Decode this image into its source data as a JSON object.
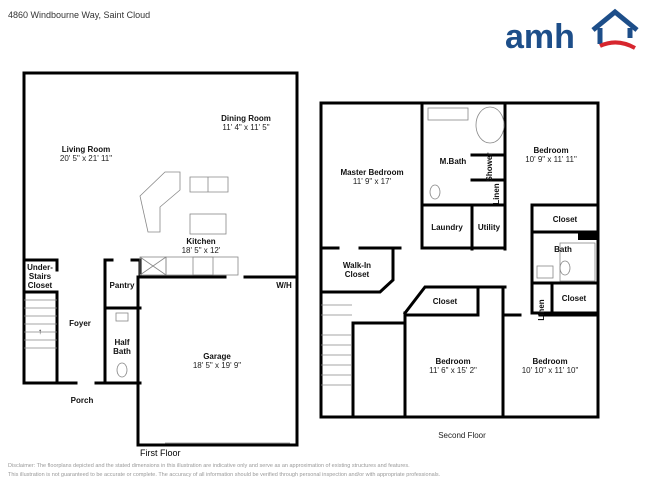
{
  "header": {
    "address": "4860 Windbourne Way, Saint Cloud",
    "logo_text": "amh"
  },
  "colors": {
    "logo_blue": "#1d4e89",
    "logo_red": "#d7262e"
  },
  "first_floor": {
    "label": "First Floor",
    "rooms": {
      "living": {
        "name": "Living Room",
        "dims": "20' 5\" x 21' 11\""
      },
      "dining": {
        "name": "Dining Room",
        "dims": "11' 4\" x 11' 5\""
      },
      "kitchen": {
        "name": "Kitchen",
        "dims": "18' 5\" x 12'"
      },
      "garage": {
        "name": "Garage",
        "dims": "18' 5\" x 19' 9\""
      },
      "under_stairs": [
        "Under-",
        "Stairs",
        "Closet"
      ],
      "pantry": "Pantry",
      "half_bath": [
        "Half",
        "Bath"
      ],
      "foyer": "Foyer",
      "porch": "Porch",
      "wh": "W/H"
    }
  },
  "second_floor": {
    "label": "Second Floor",
    "rooms": {
      "master": {
        "name": "Master Bedroom",
        "dims": "11' 9\" x 17'"
      },
      "mbath": "M.Bath",
      "shower": "Shower",
      "linen1": "Linen",
      "bedroom_ne": {
        "name": "Bedroom",
        "dims": "10' 9\" x 11' 11\""
      },
      "closet_ne": "Closet",
      "laundry": "Laundry",
      "utility": "Utility",
      "bath": "Bath",
      "walkin": [
        "Walk-In",
        "Closet"
      ],
      "closet_mid": "Closet",
      "linen2": "Linen",
      "closet_se": "Closet",
      "bedroom_mid": {
        "name": "Bedroom",
        "dims": "11' 6\" x 15' 2\""
      },
      "bedroom_se": {
        "name": "Bedroom",
        "dims": "10' 10\" x 11' 10\""
      }
    }
  },
  "disclaimer": {
    "line1": "Disclaimer: The floorplans depicted and the stated dimensions in this illustration are indicative only and serve as an approximation of existing structures and features.",
    "line2": "This illustration is not guaranteed to be accurate or complete. The accuracy of all information should be verified through personal inspection and/or with appropriate professionals."
  }
}
